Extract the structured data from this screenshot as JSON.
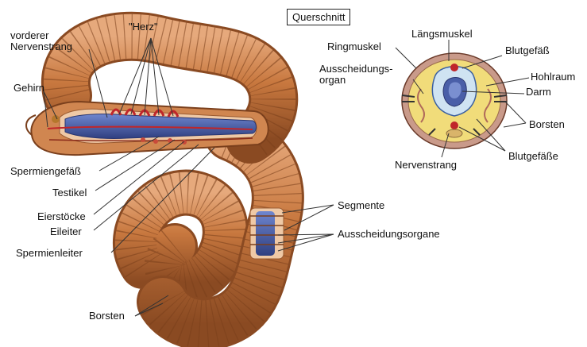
{
  "cross_section_title": "Querschnitt",
  "worm_labels": {
    "anterior_nerve_cord": "vorderer Nervenstrang",
    "hearts": "\"Herz\"",
    "brain": "Gehirn",
    "sperm_vessel": "Spermiengefäß",
    "testicle": "Testikel",
    "ovaries": "Eierstöcke",
    "oviduct": "Eileiter",
    "sperm_duct": "Spermienleiter",
    "segments": "Segmente",
    "excretory_organs": "Ausscheidungsorgane",
    "bristles": "Borsten"
  },
  "cross_section_labels": {
    "ring_muscle": "Ringmuskel",
    "longitudinal_muscle": "Längsmuskel",
    "blood_vessel": "Blutgefäß",
    "excretory_organ": "Ausscheidungs-\norgan",
    "body_cavity": "Hohlraum",
    "gut": "Darm",
    "bristles": "Borsten",
    "nerve_cord": "Nervenstrang",
    "blood_vessels": "Blutgefäße"
  },
  "colors": {
    "worm_body": "#c8783f",
    "worm_dark": "#8a4a22",
    "worm_light": "#e2a57a",
    "gut": "#4a5fa8",
    "vessel": "#c0262a",
    "section_fill": "#f1dc7a",
    "section_ring": "#c99a8a"
  }
}
